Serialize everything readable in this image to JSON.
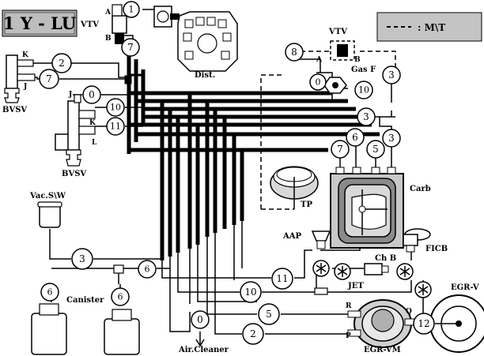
{
  "engine_title": "1 Y - LU",
  "legend": {
    "line_sample": "- - - -",
    "label": ": M\\T"
  },
  "components": {
    "vtv_top": "VTV",
    "vtv_right": "VTV",
    "dist": "Dist.",
    "bvsv_top": "BVSV",
    "bvsv_bottom": "BVSV",
    "gas_filter": "Gas F",
    "carb": "Carb",
    "tp": "TP",
    "vac_sw": "Vac.S\\W",
    "canister": "Canister",
    "aap": "AAP",
    "ficb": "FICB",
    "chb": "Ch B",
    "jet": "JET",
    "air_cleaner": "Air.Cleaner",
    "egr_vm": "EGR-VM",
    "egr_v": "EGR-V"
  },
  "ports": {
    "vtv_a": "A",
    "vtv_b": "B",
    "bvsv_k": "K",
    "bvsv_j": "J",
    "bvsv2_j": "J",
    "bvsv2_k": "K",
    "bvsv2_l": "L",
    "vtv2_a": "A",
    "vtv2_b": "B",
    "egr_r": "R",
    "egr_p": "P",
    "egr_q": "Q"
  },
  "hose_numbers": {
    "n1": "1",
    "n7_top": "7",
    "n2_bvsv": "2",
    "n7_bvsv": "7",
    "n0_left": "0",
    "n10_left": "10",
    "n11_left": "11",
    "n8": "8",
    "n0_gas": "0",
    "n10_gas": "10",
    "n3_right": "3",
    "n3_mid": "3",
    "n3_carb": "3",
    "n7_carb": "7",
    "n6_carb": "6",
    "n5_carb": "5",
    "n3_low": "3",
    "n6_low": "6",
    "n6_can1": "6",
    "n6_can2": "6",
    "n11_low": "11",
    "n10_low": "10",
    "n5_low": "5",
    "n0_low": "0",
    "n2_low": "2",
    "n12": "12"
  }
}
